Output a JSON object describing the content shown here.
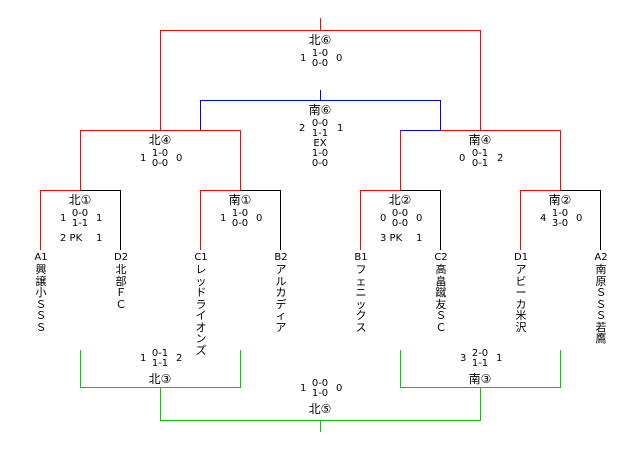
{
  "teams": [
    {
      "code": "A1",
      "name": "興譲小ＳＳＳ"
    },
    {
      "code": "D2",
      "name": "北部ＦＣ"
    },
    {
      "code": "C1",
      "name": "レッドライオンズ"
    },
    {
      "code": "B2",
      "name": "アルカディア"
    },
    {
      "code": "B1",
      "name": "フェニックス"
    },
    {
      "code": "C2",
      "name": "高畠蹴友ＳＣ"
    },
    {
      "code": "D1",
      "name": "アビーカ米沢"
    },
    {
      "code": "A2",
      "name": "南原ＳＳＳ若鷹"
    }
  ],
  "matches": {
    "kita1": {
      "label": "北①",
      "l": [
        "1",
        "",
        "2 PK"
      ],
      "c": [
        "0-0",
        "1-1",
        ""
      ],
      "r": [
        "1",
        "",
        "1"
      ]
    },
    "minami1": {
      "label": "南①",
      "l": [
        "1",
        ""
      ],
      "c": [
        "1-0",
        "0-0"
      ],
      "r": [
        "0",
        ""
      ]
    },
    "kita2": {
      "label": "北②",
      "l": [
        "0",
        "",
        "3 PK"
      ],
      "c": [
        "0-0",
        "0-0",
        ""
      ],
      "r": [
        "0",
        "",
        "1"
      ]
    },
    "minami2": {
      "label": "南②",
      "l": [
        "4",
        ""
      ],
      "c": [
        "1-0",
        "3-0"
      ],
      "r": [
        "0",
        ""
      ]
    },
    "kita4": {
      "label": "北④",
      "l": [
        "1",
        ""
      ],
      "c": [
        "1-0",
        "0-0"
      ],
      "r": [
        "0",
        ""
      ]
    },
    "minami4": {
      "label": "南④",
      "l": [
        "0",
        ""
      ],
      "c": [
        "0-1",
        "0-1"
      ],
      "r": [
        "2",
        ""
      ]
    },
    "kita6": {
      "label": "北⑥",
      "l": [
        "1",
        ""
      ],
      "c": [
        "1-0",
        "0-0"
      ],
      "r": [
        "0",
        ""
      ]
    },
    "minami6": {
      "label": "南⑥",
      "l": [
        "2",
        "",
        "",
        "",
        ""
      ],
      "c": [
        "0-0",
        "1-1",
        "EX",
        "1-0",
        "0-0"
      ],
      "r": [
        "1",
        "",
        "",
        "",
        ""
      ]
    },
    "kita3": {
      "label": "北③",
      "l": [
        "1",
        ""
      ],
      "c": [
        "0-1",
        "1-1"
      ],
      "r": [
        "2",
        ""
      ]
    },
    "minami3": {
      "label": "南③",
      "l": [
        "3",
        ""
      ],
      "c": [
        "2-0",
        "1-1"
      ],
      "r": [
        "1",
        ""
      ]
    },
    "kita5": {
      "label": "北⑤",
      "l": [
        "1",
        ""
      ],
      "c": [
        "0-0",
        "1-0"
      ],
      "r": [
        "0",
        ""
      ]
    }
  },
  "colors": {
    "winner": "#ff0000",
    "south_final": "#0000ff",
    "consolation": "#00cc00",
    "loser": "#000000"
  }
}
